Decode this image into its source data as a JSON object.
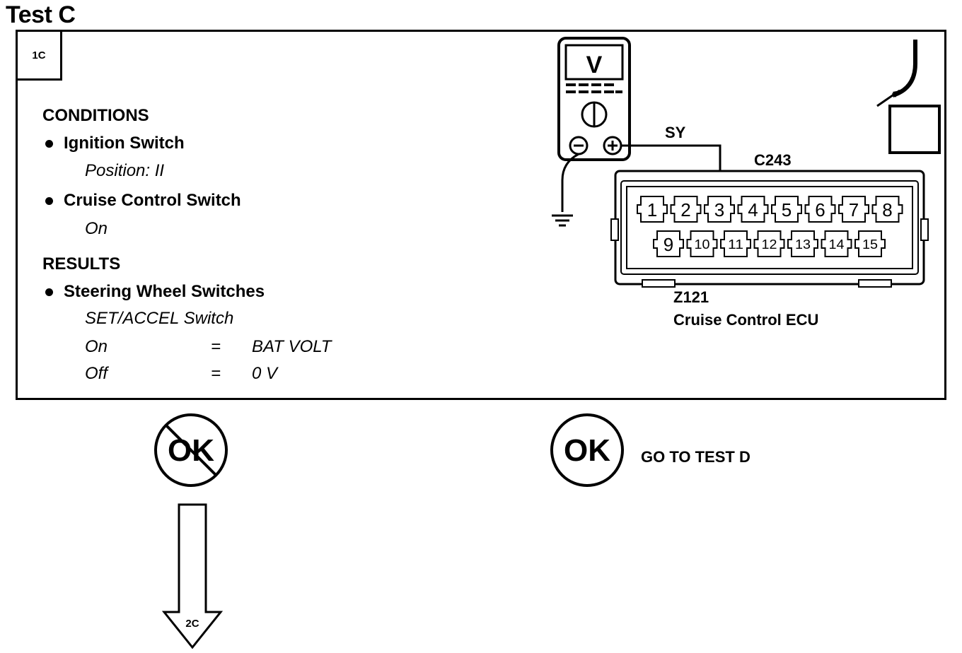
{
  "title": "Test C",
  "step": "1C",
  "conditions": {
    "heading": "CONDITIONS",
    "items": [
      {
        "label": "Ignition Switch",
        "value": "Position: II"
      },
      {
        "label": "Cruise Control Switch",
        "value": "On"
      }
    ]
  },
  "results": {
    "heading": "RESULTS",
    "item_label": "Steering Wheel Switches",
    "sub_label": "SET/ACCEL Switch",
    "rows": [
      {
        "state": "On",
        "eq": "=",
        "value": "BAT VOLT"
      },
      {
        "state": "Off",
        "eq": "=",
        "value": "0 V"
      }
    ]
  },
  "meter": {
    "display": "V",
    "minus": "⊖",
    "plus": "⊕"
  },
  "wire_color": "SY",
  "connector": {
    "id": "C243",
    "pins_top": [
      "1",
      "2",
      "3",
      "4",
      "5",
      "6",
      "7",
      "8"
    ],
    "pins_bottom": [
      "9",
      "10",
      "11",
      "12",
      "13",
      "14",
      "15"
    ],
    "component_id": "Z121",
    "component_name": "Cruise Control ECU"
  },
  "outcomes": {
    "not_ok_text": "OK",
    "not_ok_next": "2C",
    "ok_text": "OK",
    "ok_action": "GO TO TEST D"
  }
}
